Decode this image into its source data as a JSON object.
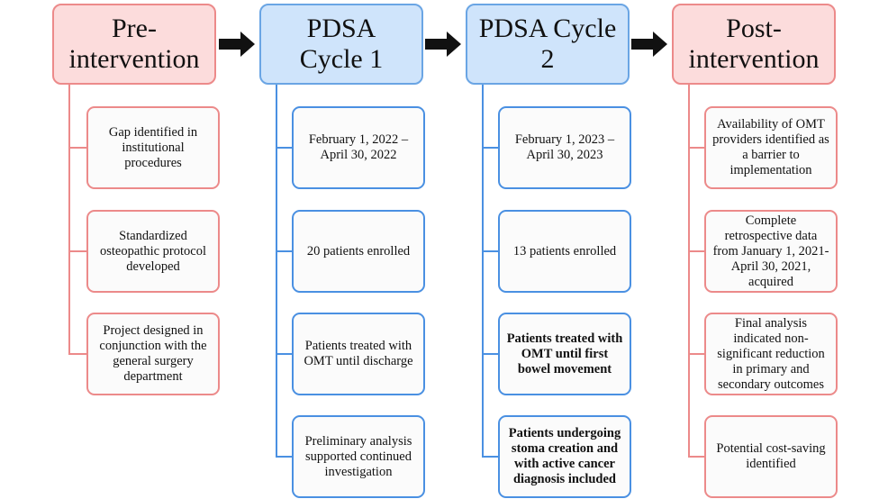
{
  "columns": [
    {
      "title": "Pre-\nintervention",
      "items": [
        {
          "text": "Gap identified in\ninstitutional\nprocedures",
          "bold": false
        },
        {
          "text": "Standardized\nosteopathic protocol\ndeveloped",
          "bold": false
        },
        {
          "text": "Project designed in\nconjunction with the\ngeneral surgery\ndepartment",
          "bold": false
        }
      ]
    },
    {
      "title": "PDSA\nCycle 1",
      "items": [
        {
          "text": "February 1, 2022 –\nApril 30, 2022",
          "bold": false
        },
        {
          "text": "20 patients enrolled",
          "bold": false
        },
        {
          "text": "Patients treated with\nOMT until discharge",
          "bold": false
        },
        {
          "text": "Preliminary analysis\nsupported continued\ninvestigation",
          "bold": false
        }
      ]
    },
    {
      "title": "PDSA Cycle\n2",
      "items": [
        {
          "text": "February 1, 2023 –\nApril 30, 2023",
          "bold": false
        },
        {
          "text": "13 patients enrolled",
          "bold": false
        },
        {
          "text": "Patients treated with\nOMT until first\nbowel movement",
          "bold": true
        },
        {
          "text": "Patients undergoing\nstoma creation and\nwith active cancer\ndiagnosis included",
          "bold": true
        }
      ]
    },
    {
      "title": "Post-\nintervention",
      "items": [
        {
          "text": "Availability of OMT\nproviders identified as\na barrier to\nimplementation",
          "bold": false
        },
        {
          "text": "Complete\nretrospective data\nfrom January 1, 2021-\nApril 30, 2021,\nacquired",
          "bold": false
        },
        {
          "text": "Final analysis\nindicated non-\nsignificant reduction\nin primary and\nsecondary outcomes",
          "bold": false
        },
        {
          "text": "Potential cost-saving\nidentified",
          "bold": false
        }
      ]
    }
  ],
  "colors": {
    "red_fill": "#fcdcdc",
    "red_border": "#ec8a8a",
    "blue_fill": "#cfe4fb",
    "blue_border": "#6aa5e4",
    "arrow": "#111111"
  }
}
